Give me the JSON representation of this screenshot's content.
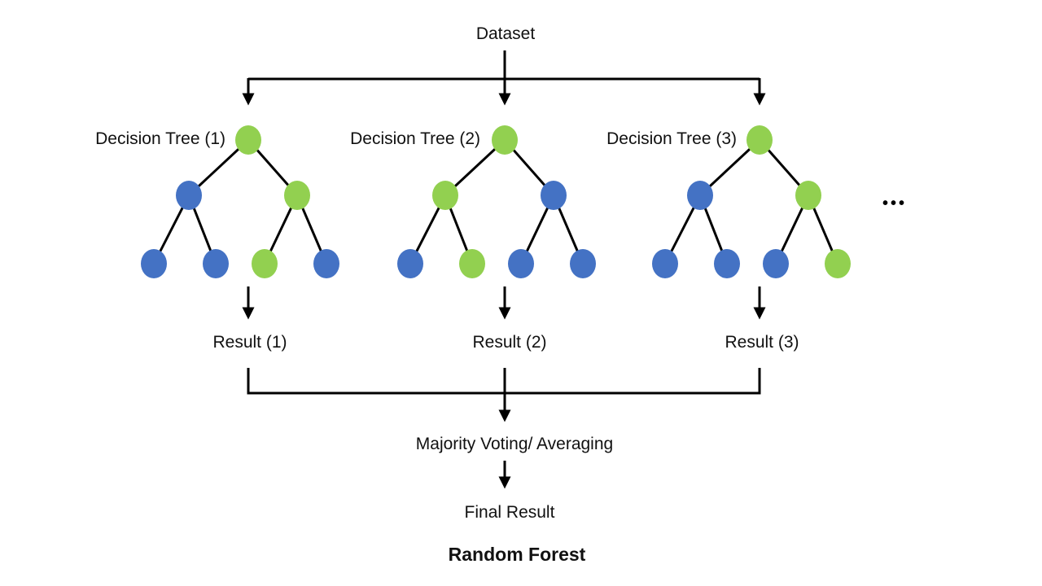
{
  "diagram": {
    "dataset_label": "Dataset",
    "ellipsis": "•••",
    "aggregation_label": "Majority Voting/ Averaging",
    "final_result_label": "Final Result",
    "footer_title": "Random Forest",
    "colors": {
      "node_green": "#92D050",
      "node_blue": "#4472C4",
      "line": "#000000"
    }
  },
  "trees": [
    {
      "label": "Decision Tree (1)",
      "result_label": "Result (1)",
      "root": "#92D050",
      "level2": [
        "#4472C4",
        "#92D050"
      ],
      "leaves": [
        "#4472C4",
        "#4472C4",
        "#92D050",
        "#4472C4"
      ]
    },
    {
      "label": "Decision Tree (2)",
      "result_label": "Result (2)",
      "root": "#92D050",
      "level2": [
        "#92D050",
        "#4472C4"
      ],
      "leaves": [
        "#4472C4",
        "#92D050",
        "#4472C4",
        "#4472C4"
      ]
    },
    {
      "label": "Decision Tree (3)",
      "result_label": "Result (3)",
      "root": "#92D050",
      "level2": [
        "#4472C4",
        "#92D050"
      ],
      "leaves": [
        "#4472C4",
        "#4472C4",
        "#4472C4",
        "#92D050"
      ]
    }
  ]
}
